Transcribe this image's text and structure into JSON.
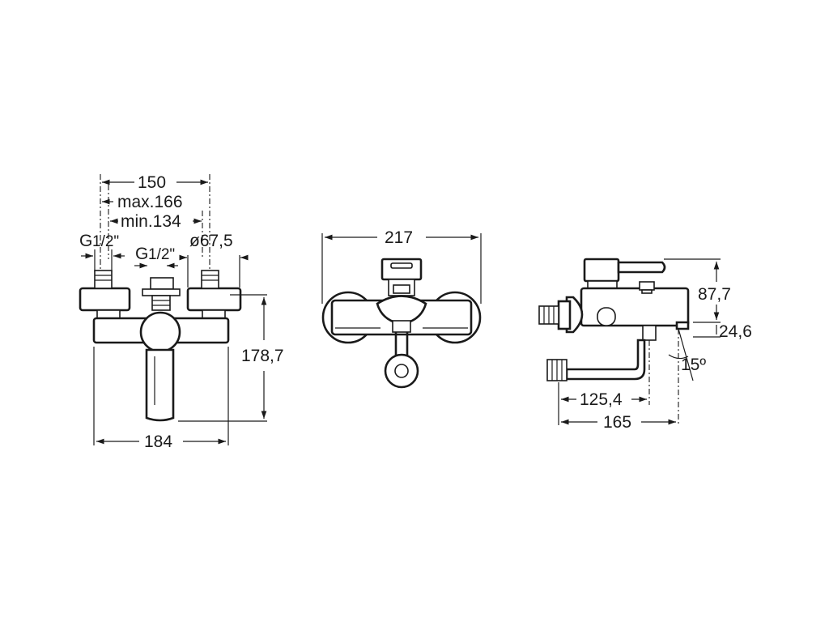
{
  "front_view": {
    "dimensions": {
      "width_center": "150",
      "max": "max.166",
      "min": "min.134",
      "thread_left": "G",
      "thread_left_fraction": "1/2\"",
      "thread_center": "G",
      "thread_center_fraction": "1/2\"",
      "flange_diameter": "ø67,5",
      "overall_width": "184",
      "height": "178,7"
    }
  },
  "top_view": {
    "dimensions": {
      "width": "217"
    }
  },
  "side_view": {
    "dimensions": {
      "height_upper": "87,7",
      "spout_offset": "24,6",
      "spout_angle": "15º",
      "spout_reach": "125,4",
      "depth": "165"
    }
  }
}
